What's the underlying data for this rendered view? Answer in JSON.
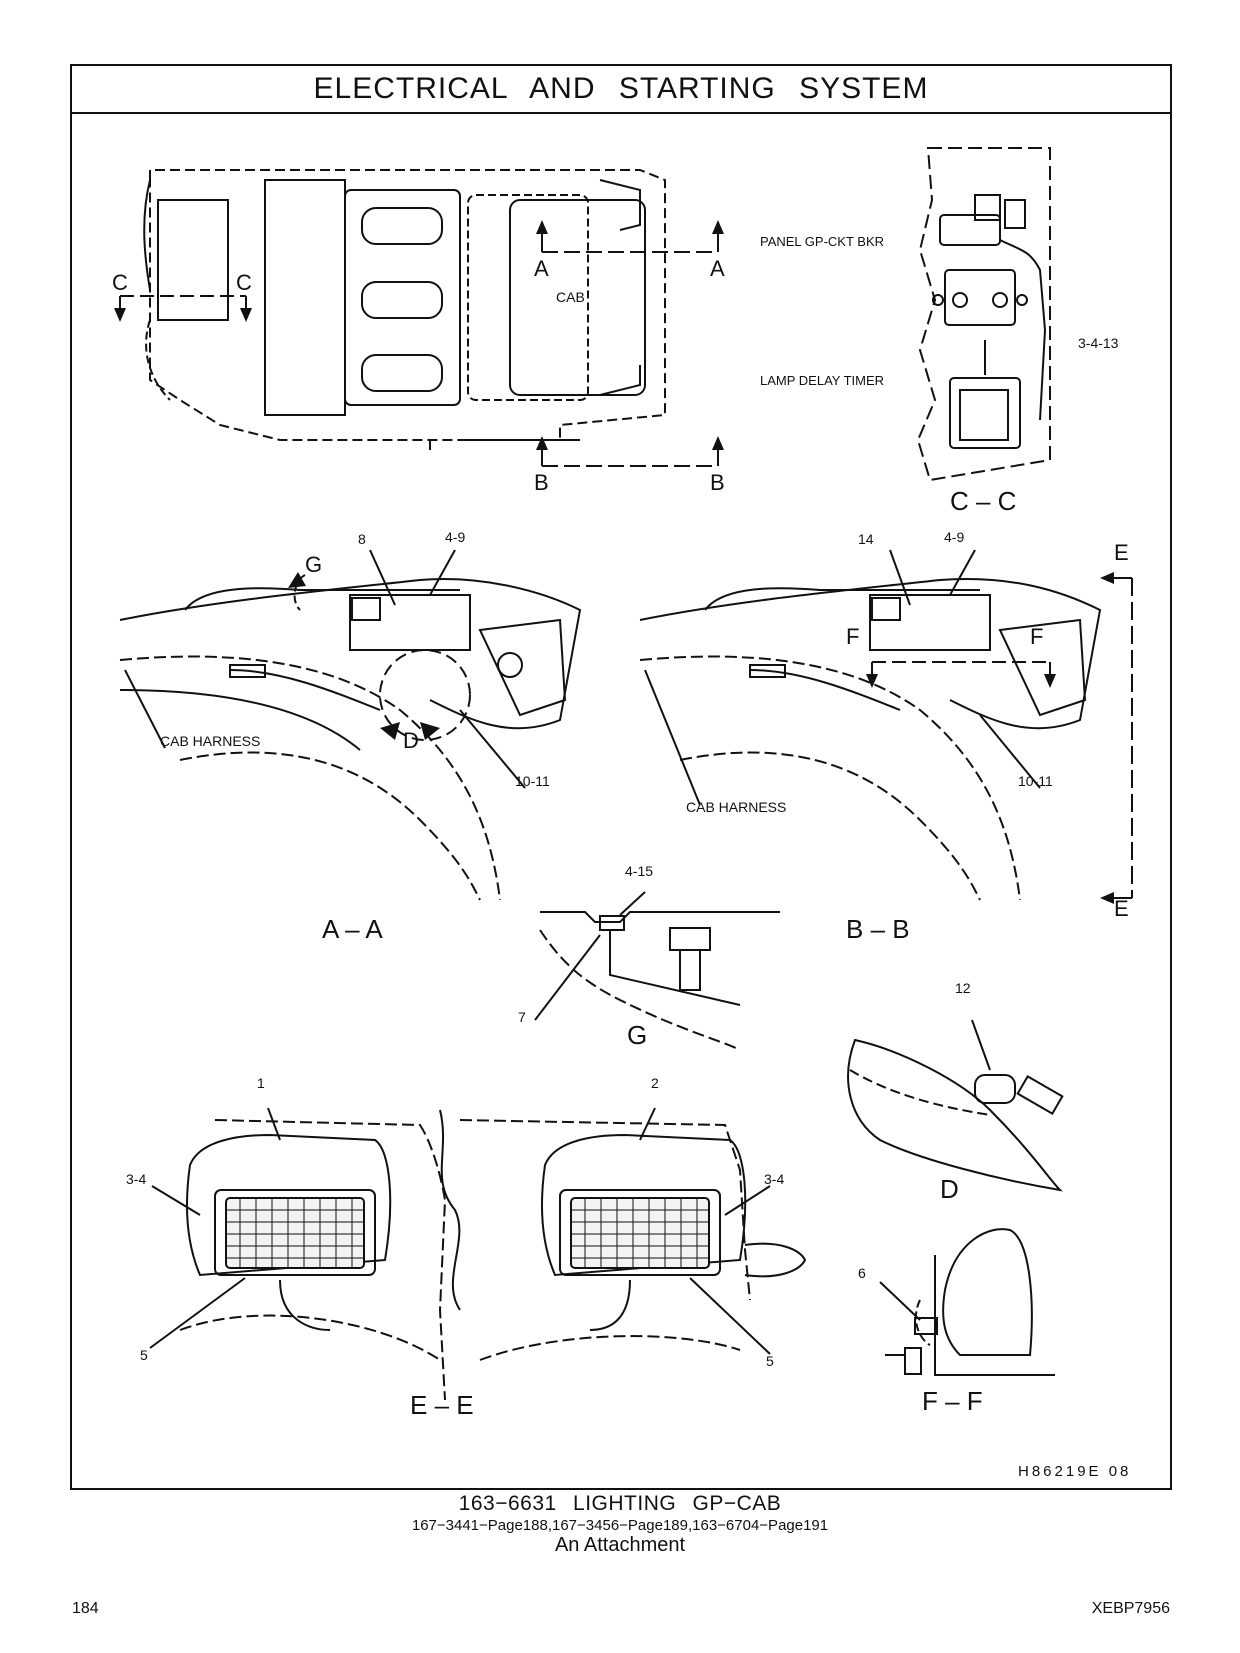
{
  "header": {
    "title": "ELECTRICAL AND STARTING SYSTEM"
  },
  "views": {
    "top_plan": {
      "section_a": "A",
      "section_b": "B",
      "section_c": "C",
      "cab": "CAB"
    },
    "cc": {
      "title": "C – C",
      "panel_label": "PANEL GP-CKT BKR",
      "timer_label": "LAMP DELAY TIMER",
      "ref_3_4_13": "3-4-13"
    },
    "aa": {
      "title": "A – A",
      "ref_8": "8",
      "ref_4_9": "4-9",
      "g_mark": "G",
      "d_mark": "D",
      "harness": "CAB HARNESS",
      "ref_10_11": "10-11"
    },
    "bb": {
      "title": "B – B",
      "ref_14": "14",
      "ref_4_9": "4-9",
      "f_mark": "F",
      "harness": "CAB HARNESS",
      "ref_10_11": "10-11",
      "e_mark": "E"
    },
    "g": {
      "title": "G",
      "ref_4_15": "4-15",
      "ref_7": "7"
    },
    "d": {
      "title": "D",
      "ref_12": "12"
    },
    "ee": {
      "title": "E – E",
      "ref_1": "1",
      "ref_2": "2",
      "ref_3_4": "3-4",
      "ref_5": "5"
    },
    "ff": {
      "title": "F – F",
      "ref_6": "6"
    }
  },
  "drawing_code": "H86219E 08",
  "caption": {
    "part": "163−6631 LIGHTING GP−CAB",
    "refs": "167−3441−Page188,167−3456−Page189,163−6704−Page191",
    "note": "An Attachment"
  },
  "footer": {
    "page_number": "184",
    "doc_code": "XEBP7956"
  }
}
